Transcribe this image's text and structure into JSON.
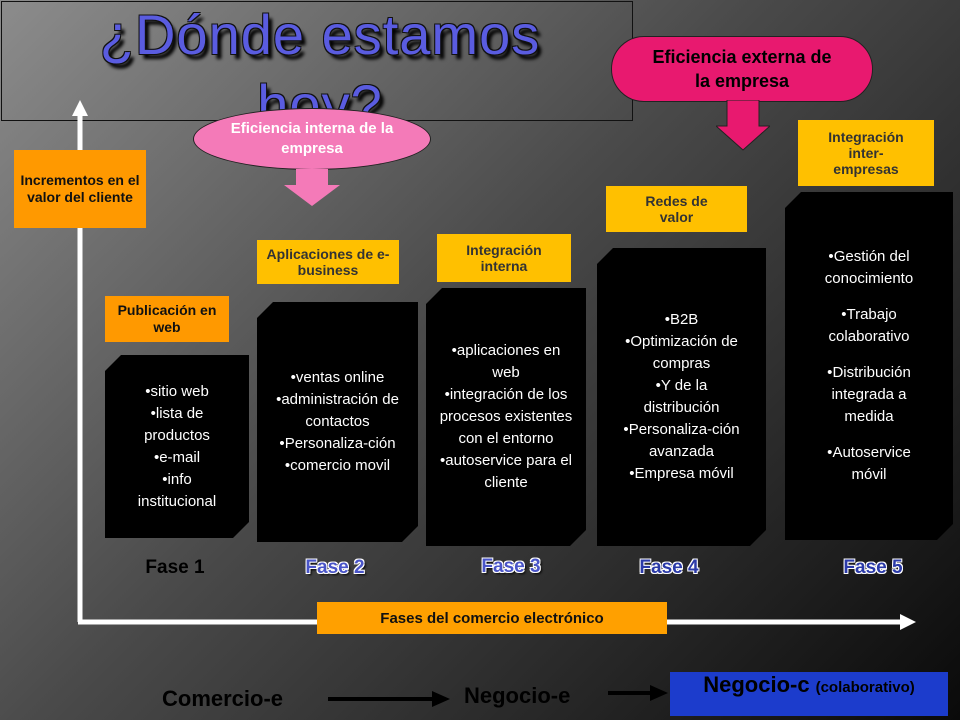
{
  "title": "¿Dónde estamos hoy?",
  "external_efficiency": "Eficiencia externa de la empresa",
  "internal_efficiency": "Eficiencia interna de la empresa",
  "y_axis_label": "Incrementos en el valor del cliente",
  "x_axis_label": "Fases del comercio electrónico",
  "phases": [
    {
      "heading": "Publicación en web",
      "name": "Fase 1",
      "items": [
        "sitio web",
        "lista de productos",
        "e-mail",
        "info institucional"
      ]
    },
    {
      "heading": "Aplicaciones de e-business",
      "name": "Fase 2",
      "items": [
        "ventas online",
        "administración de contactos",
        "Personaliza-ción",
        "comercio movil"
      ]
    },
    {
      "heading": "Integración interna",
      "name": "Fase 3",
      "items": [
        "aplicaciones en web",
        "integración de los procesos existentes con el entorno",
        "autoservice para el cliente"
      ]
    },
    {
      "heading": "Redes de valor",
      "name": "Fase 4",
      "items": [
        "B2B",
        "Optimización de compras",
        "Y de la distribución",
        "Personaliza-ción avanzada",
        "Empresa móvil"
      ]
    },
    {
      "heading": "Integración inter-empresas",
      "name": "Fase 5",
      "items": [
        "Gestión del conocimiento",
        "Trabajo colaborativo",
        "Distribución integrada a medida",
        "Autoservice móvil"
      ]
    }
  ],
  "bottom": {
    "commerce": "Comercio-e",
    "business": "Negocio-e",
    "collab_main": "Negocio-c",
    "collab_sub": "(colaborativo)"
  },
  "colors": {
    "orange": "#ff9900",
    "yellow": "#ffc000",
    "pink": "#f47ab8",
    "magenta": "#e8196f",
    "blue_box": "#1c3ccc"
  }
}
